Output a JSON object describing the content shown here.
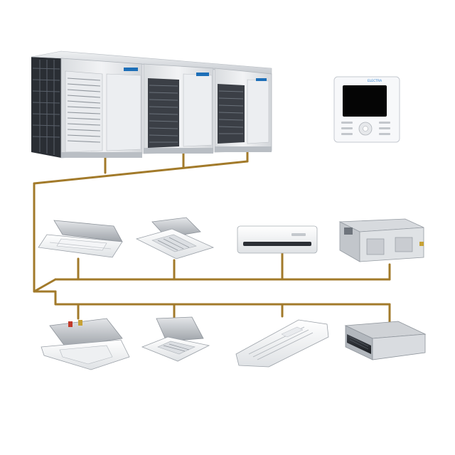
{
  "diagram": {
    "kind": "vrf-system-illustration",
    "pipe_color": "#a27a2a",
    "outdoor_units": {
      "count": 3,
      "brand_badges": [
        "midea-badge",
        "midea-badge",
        "midea-badge"
      ]
    },
    "controller": {
      "name": "wired-controller",
      "logo_text": "ELECTRA",
      "screen_color": "#050505"
    },
    "indoor_units_row1": [
      {
        "name": "one-way-cassette-unit"
      },
      {
        "name": "four-way-cassette-unit"
      },
      {
        "name": "wall-mounted-split-unit"
      },
      {
        "name": "high-static-ducted-unit"
      }
    ],
    "indoor_units_row2": [
      {
        "name": "console-cassette-unit"
      },
      {
        "name": "compact-cassette-unit"
      },
      {
        "name": "ceiling-floor-unit"
      },
      {
        "name": "slim-ducted-unit"
      }
    ]
  }
}
